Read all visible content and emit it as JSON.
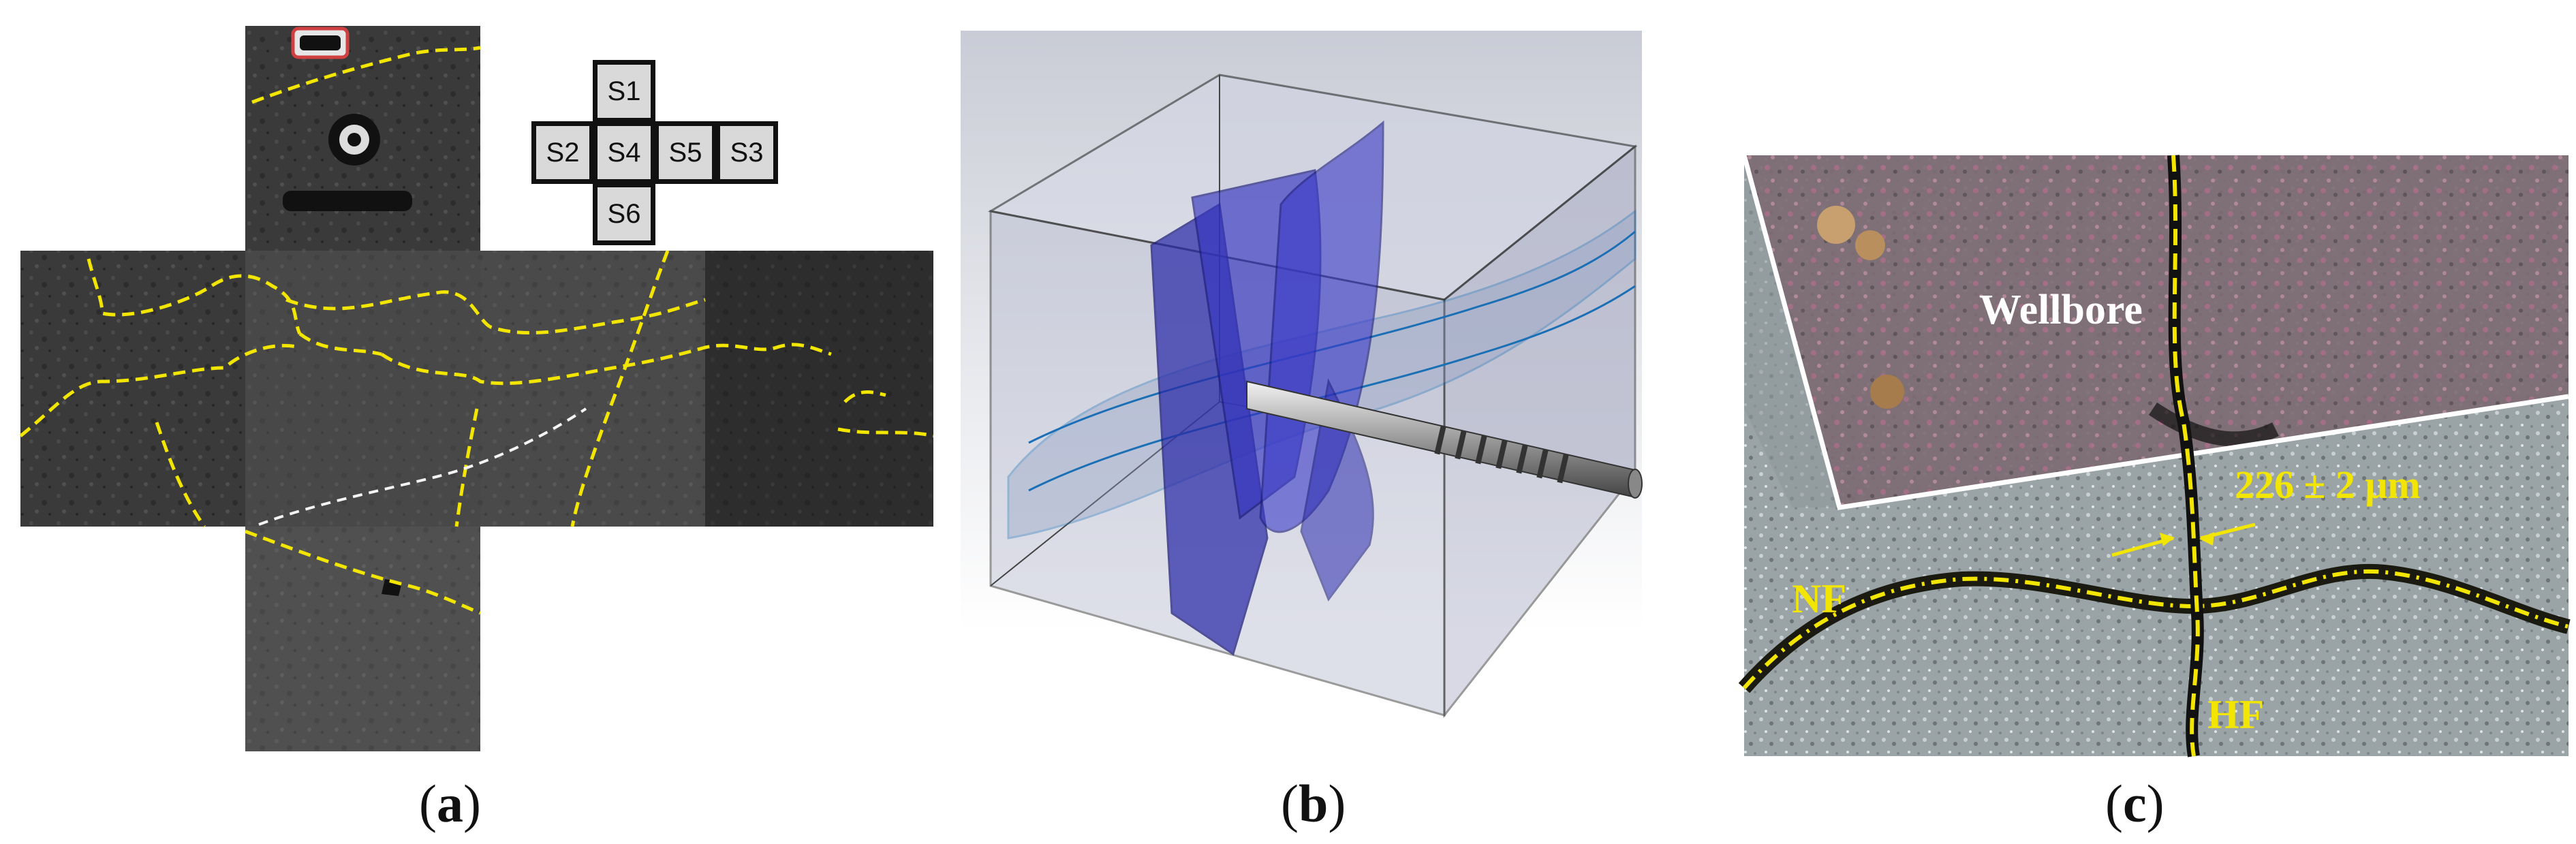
{
  "panels": [
    {
      "id": "a",
      "caption_open": "(",
      "caption_letter": "a",
      "caption_close": ")"
    },
    {
      "id": "b",
      "caption_open": "(",
      "caption_letter": "b",
      "caption_close": ")"
    },
    {
      "id": "c",
      "caption_open": "(",
      "caption_letter": "c",
      "caption_close": ")"
    }
  ],
  "face_legend": {
    "faces": [
      "S1",
      "S2",
      "S4",
      "S5",
      "S3",
      "S6"
    ]
  },
  "photo_c": {
    "wellbore_label": "Wellbore",
    "width_label": "226 ± 2 μm",
    "nf_label": "NF",
    "hf_label": "HF"
  },
  "colors": {
    "fracture_trace": "#f2e600",
    "rock_dark": "#2f2f2f",
    "fracture_surface": "#2a2aa8",
    "box_edge": "#222222",
    "wellbore_outline": "#ffffff"
  }
}
